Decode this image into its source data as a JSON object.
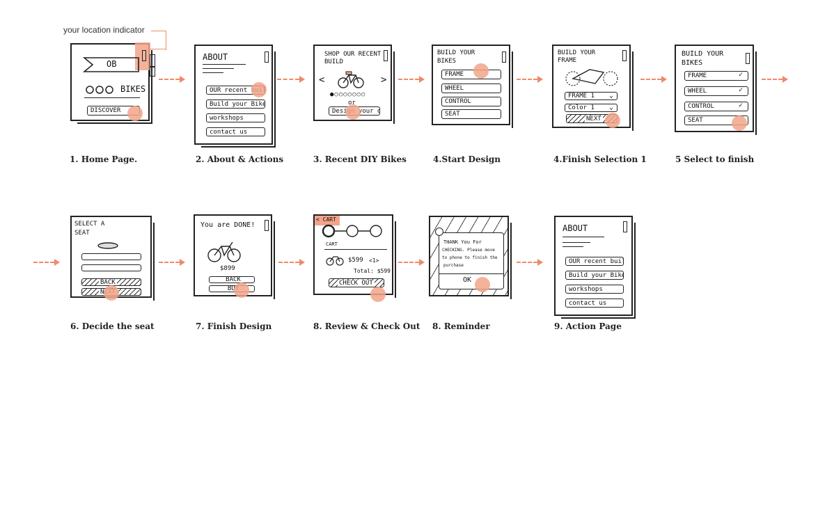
{
  "annotation": "your location indicator",
  "colors": {
    "accent": "#ee8a6a",
    "highlight": "#f2a48a",
    "ink": "#222222"
  },
  "screens": {
    "s1": {
      "caption": "1. Home Page.",
      "logo": "OB",
      "bikes": "BIKES",
      "discover": "DISCOVER"
    },
    "s2": {
      "caption": "2. About & Actions",
      "title": "ABOUT",
      "buttons": [
        "OUR recent build",
        "Build your Bike",
        "workshops",
        "contact us"
      ]
    },
    "s3": {
      "caption": "3. Recent DIY Bikes",
      "title1": "SHOP OUR RECENT",
      "title2": "BUILD",
      "or": "or",
      "design": "Design your own"
    },
    "s4": {
      "caption": "4.Start Design",
      "title1": "BUILD YOUR",
      "title2": "BIKES",
      "parts": [
        "FRAME",
        "WHEEL",
        "CONTROL",
        "SEAT"
      ]
    },
    "s5": {
      "caption": "4.Finish Selection 1",
      "title1": "BUILD YOUR",
      "title2": "FRAME",
      "select1": "FRAME 1",
      "select2": "Color 1",
      "next": "NEXT"
    },
    "s6": {
      "caption": "5 Select to finish",
      "title1": "BUILD YOUR",
      "title2": "BIKES",
      "parts": [
        "FRAME",
        "WHEEL",
        "CONTROL",
        "SEAT"
      ]
    },
    "s7": {
      "caption": "6. Decide the seat",
      "title1": "SELECT A",
      "title2": "SEAT",
      "back": "BACK",
      "next": "NEXT"
    },
    "s8": {
      "caption": "7. Finish Design",
      "title": "You are DONE!",
      "price": "$899",
      "back": "BACK",
      "buy": "BUY"
    },
    "s9": {
      "caption": "8. Review & Check Out",
      "cart_tag": "< CART",
      "cart": "CART",
      "price": "$599",
      "qty": "<1>",
      "total": "Total: $599",
      "checkout": "CHECK OUT"
    },
    "s10": {
      "caption": "8. Reminder",
      "msg1": "THANK You For",
      "msg2": "CHECKING. Please move",
      "msg3": "to phone to finish the",
      "msg4": "purchase",
      "ok": "OK"
    },
    "s11": {
      "caption": "9. Action Page",
      "title": "ABOUT",
      "buttons": [
        "OUR recent build",
        "Build your Bike",
        "workshops",
        "contact us"
      ]
    }
  }
}
